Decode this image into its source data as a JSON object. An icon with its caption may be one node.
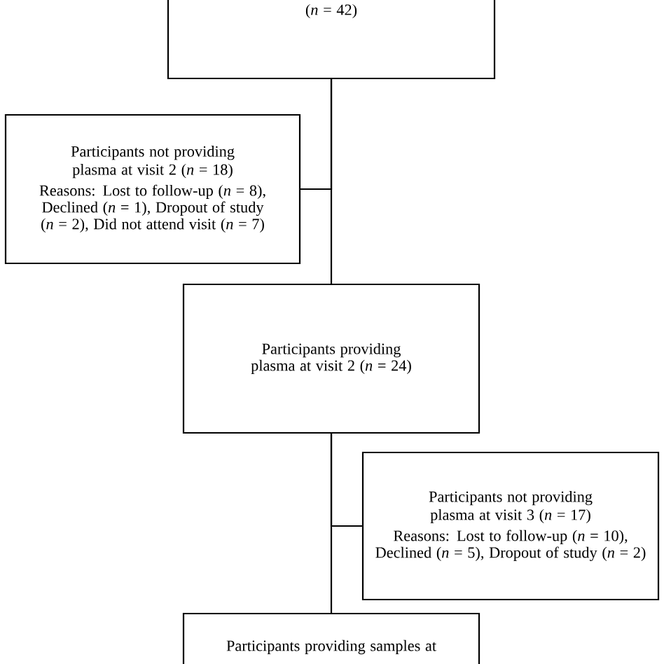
{
  "diagram": {
    "nodes": [
      {
        "text": [
          "(*n* = 42)"
        ]
      },
      {
        "text": [
          "Participants not providing plasma at visit 2 (*n* = 18)",
          "Reasons: Lost to follow-up (*n* = 8), Declined (*n* = 1), Dropout of study (*n* = 2), Did not attend visit (*n* = 7)"
        ]
      },
      {
        "text": [
          "Participants providing plasma at visit 2 (*n* = 24)"
        ]
      },
      {
        "text": [
          "Participants not providing plasma at visit 3 (*n* = 17)",
          "Reasons: Lost to follow-up (*n* = 10), Declined (*n* = 5), Dropout of study (*n* = 2)"
        ]
      },
      {
        "text": [
          "Participants providing samples at"
        ]
      }
    ],
    "edges": [
      {
        "from": 0,
        "to": 2,
        "arrow": "none"
      },
      {
        "from": 0,
        "to": 1,
        "arrow": "none"
      },
      {
        "from": 2,
        "to": 4,
        "arrow": "none"
      },
      {
        "from": 2,
        "to": 3,
        "arrow": "none"
      }
    ]
  }
}
